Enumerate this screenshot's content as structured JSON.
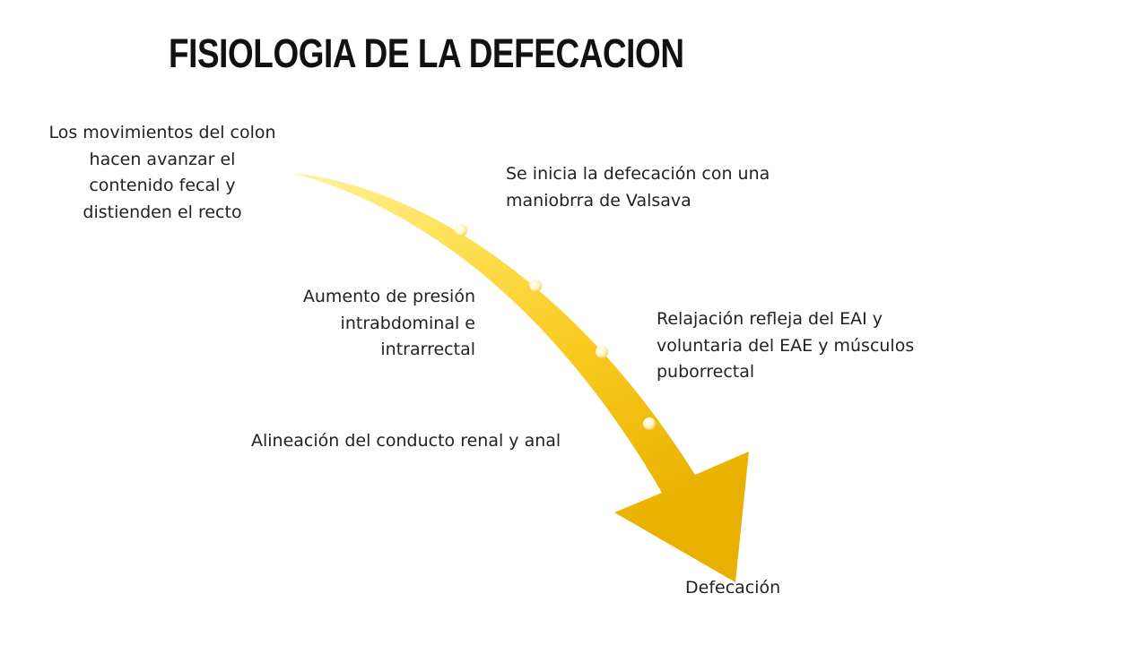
{
  "slide": {
    "title": "FISIOLOGIA DE LA DEFECACION"
  },
  "process": {
    "steps": [
      "Los movimientos del colon hacen avanzar el contenido fecal y distienden el recto",
      "Se inicia la defecación con una maniobrra de Valsava",
      "Aumento de presión intrabdominal e intrarrectal",
      "Relajación refleja del EAI y voluntaria del EAE y músculos puborrectal",
      "Alineación del conducto renal y anal"
    ],
    "result": "Defecación"
  },
  "colors": {
    "arrow_light": "#FDE25A",
    "arrow_mid": "#F9C91E",
    "arrow_dark": "#E8B000"
  }
}
